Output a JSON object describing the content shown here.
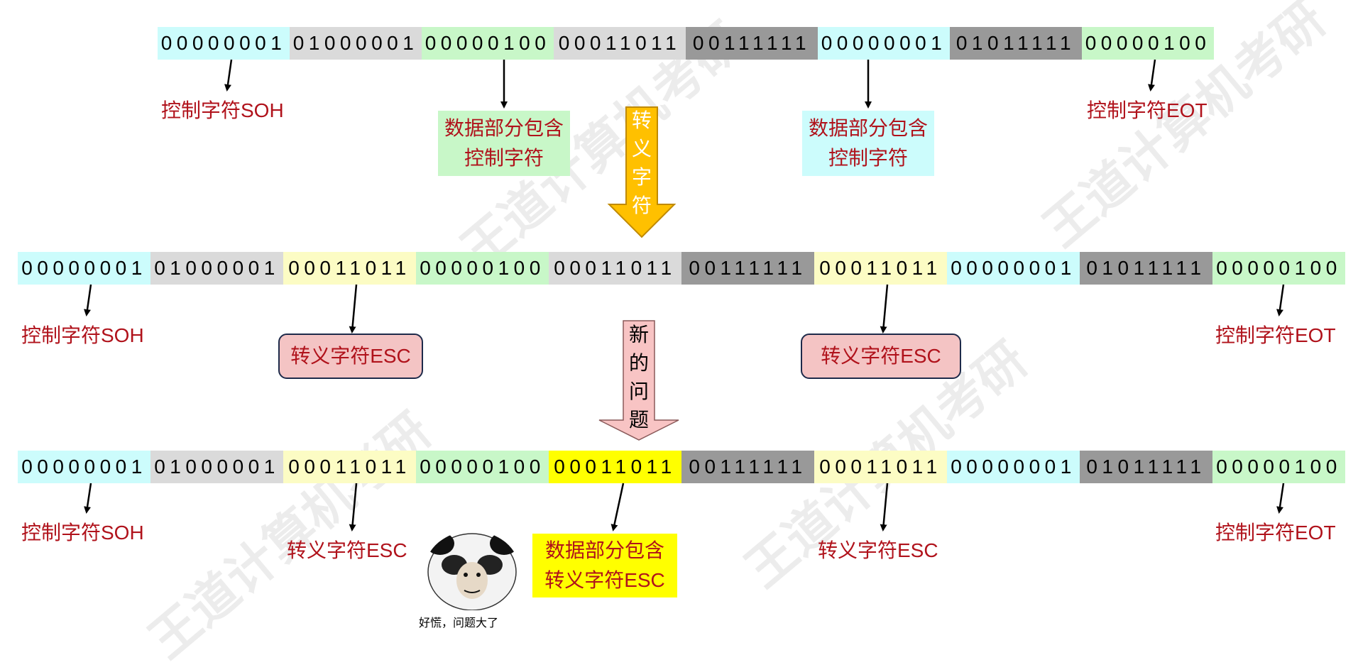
{
  "rows": [
    {
      "segments": [
        {
          "bits": "00000001",
          "color": "#ccfcfc"
        },
        {
          "bits": "01000001",
          "color": "#dadada"
        },
        {
          "bits": "00000100",
          "color": "#c8f7c8"
        },
        {
          "bits": "00011011",
          "color": "#dadada"
        },
        {
          "bits": "00111111",
          "color": "#999999"
        },
        {
          "bits": "00000001",
          "color": "#ccfcfc"
        },
        {
          "bits": "01011111",
          "color": "#999999"
        },
        {
          "bits": "00000100",
          "color": "#c8f7c8"
        }
      ]
    },
    {
      "segments": [
        {
          "bits": "00000001",
          "color": "#ccfcfc"
        },
        {
          "bits": "01000001",
          "color": "#dadada"
        },
        {
          "bits": "00011011",
          "color": "#fcfcc4"
        },
        {
          "bits": "00000100",
          "color": "#c8f7c8"
        },
        {
          "bits": "00011011",
          "color": "#dadada"
        },
        {
          "bits": "00111111",
          "color": "#999999"
        },
        {
          "bits": "00011011",
          "color": "#fcfcc4"
        },
        {
          "bits": "00000001",
          "color": "#ccfcfc"
        },
        {
          "bits": "01011111",
          "color": "#999999"
        },
        {
          "bits": "00000100",
          "color": "#c8f7c8"
        }
      ]
    },
    {
      "segments": [
        {
          "bits": "00000001",
          "color": "#ccfcfc"
        },
        {
          "bits": "01000001",
          "color": "#dadada"
        },
        {
          "bits": "00011011",
          "color": "#fcfcc4"
        },
        {
          "bits": "00000100",
          "color": "#c8f7c8"
        },
        {
          "bits": "00011011",
          "color": "#ffff00"
        },
        {
          "bits": "00111111",
          "color": "#999999"
        },
        {
          "bits": "00011011",
          "color": "#fcfcc4"
        },
        {
          "bits": "00000001",
          "color": "#ccfcfc"
        },
        {
          "bits": "01011111",
          "color": "#999999"
        },
        {
          "bits": "00000100",
          "color": "#c8f7c8"
        }
      ]
    }
  ],
  "labels": {
    "soh": "控制字符SOH",
    "eot": "控制字符EOT",
    "esc": "转义字符ESC",
    "data_ctrl_line1": "数据部分包含",
    "data_ctrl_line2": "控制字符",
    "data_esc_line1": "数据部分包含",
    "data_esc_line2": "转义字符ESC"
  },
  "step_arrows": {
    "escape": [
      "转",
      "义",
      "字",
      "符"
    ],
    "new_problem": [
      "新",
      "的",
      "问",
      "题"
    ]
  },
  "meme_caption": "好慌，问题大了",
  "watermark_text": "王道计算机考研",
  "colors": {
    "label_red": "#b0121b",
    "escape_arrow": "#ffc000",
    "problem_arrow": "#f8c4c4"
  }
}
